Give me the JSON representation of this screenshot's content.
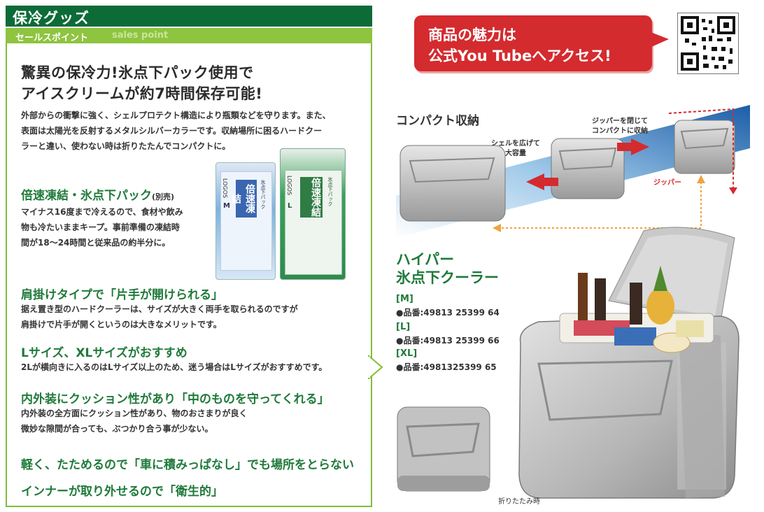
{
  "header": {
    "title": "保冷グッズ",
    "sub_ja": "セールスポイント",
    "sub_en": "sales point"
  },
  "headline": {
    "line1": "驚異の保冷力!氷点下パック使用で",
    "line2": "アイスクリームが約7時間保存可能!"
  },
  "intro": {
    "line1": "外部からの衝撃に強く、シェルプロテクト構造により瓶類などを守ります。また、",
    "line2": "表面は太陽光を反射するメタルシルバーカラーです。収納場所に困るハードクー",
    "line3": "ラーと違い、使わない時は折りたたんでコンパクトに。"
  },
  "icepack": {
    "title": "倍速凍結・氷点下パック",
    "note": "(別売)",
    "line1": "マイナス16度まで冷えるので、食材や飲み",
    "line2": "物も冷たいままキープ。事前準備の凍結時",
    "line3": "間が18〜24時間と従来品の約半分に。",
    "pack_brand": "LOGOS",
    "pack_text": "倍速凍結",
    "pack_sub": "氷点下パック",
    "pack_size_m": "M",
    "pack_size_l": "L"
  },
  "shoulder": {
    "title": "肩掛けタイプで「片手が開けられる」",
    "line1": "据え置き型のハードクーラーは、サイズが大きく両手を取られるのですが",
    "line2": "肩掛けで片手が開くというのは大きなメリットです。"
  },
  "size_rec": {
    "title": "Lサイズ、XLサイズがおすすめ",
    "line1": "2Lが横向きに入るのはLサイズ以上のため、迷う場合はLサイズがおすすめです。"
  },
  "cushion": {
    "title": "内外装にクッション性があり「中のものを守ってくれる」",
    "line1": "内外装の全方面にクッション性があり、物のおさまりが良く",
    "line2": "微妙な隙間が合っても、ぶつかり合う事が少ない。"
  },
  "points": {
    "p1": "軽く、たためるので「車に積みっぱなし」でも場所をとらない",
    "p2": "インナーが取り外せるので「衛生的」"
  },
  "banner": {
    "line1": "商品の魅力は",
    "line2": "公式You Tubeへアクセス!"
  },
  "compact": {
    "title": "コンパクト収納",
    "label_shell_1": "シェルを広げて",
    "label_shell_2": "大容量",
    "label_zip_1": "ジッパーを閉じて",
    "label_zip_2": "コンパクトに収納",
    "label_zipper": "ジッパー"
  },
  "product": {
    "name_line1": "ハイパー",
    "name_line2": "氷点下クーラー",
    "sizes": [
      {
        "size": "[M]",
        "code": "●品番:49813 25399 64"
      },
      {
        "size": "[L]",
        "code": "●品番:49813 25399 66"
      },
      {
        "size": "[XL]",
        "code": "●品番:4981325399 65"
      }
    ],
    "folded_label": "折りたたみ時"
  },
  "colors": {
    "dark_green": "#0d6b38",
    "light_green": "#8ec43f",
    "accent_green": "#1f7a3a",
    "red": "#d42b2f",
    "blue_band": "#2a6fb2"
  }
}
